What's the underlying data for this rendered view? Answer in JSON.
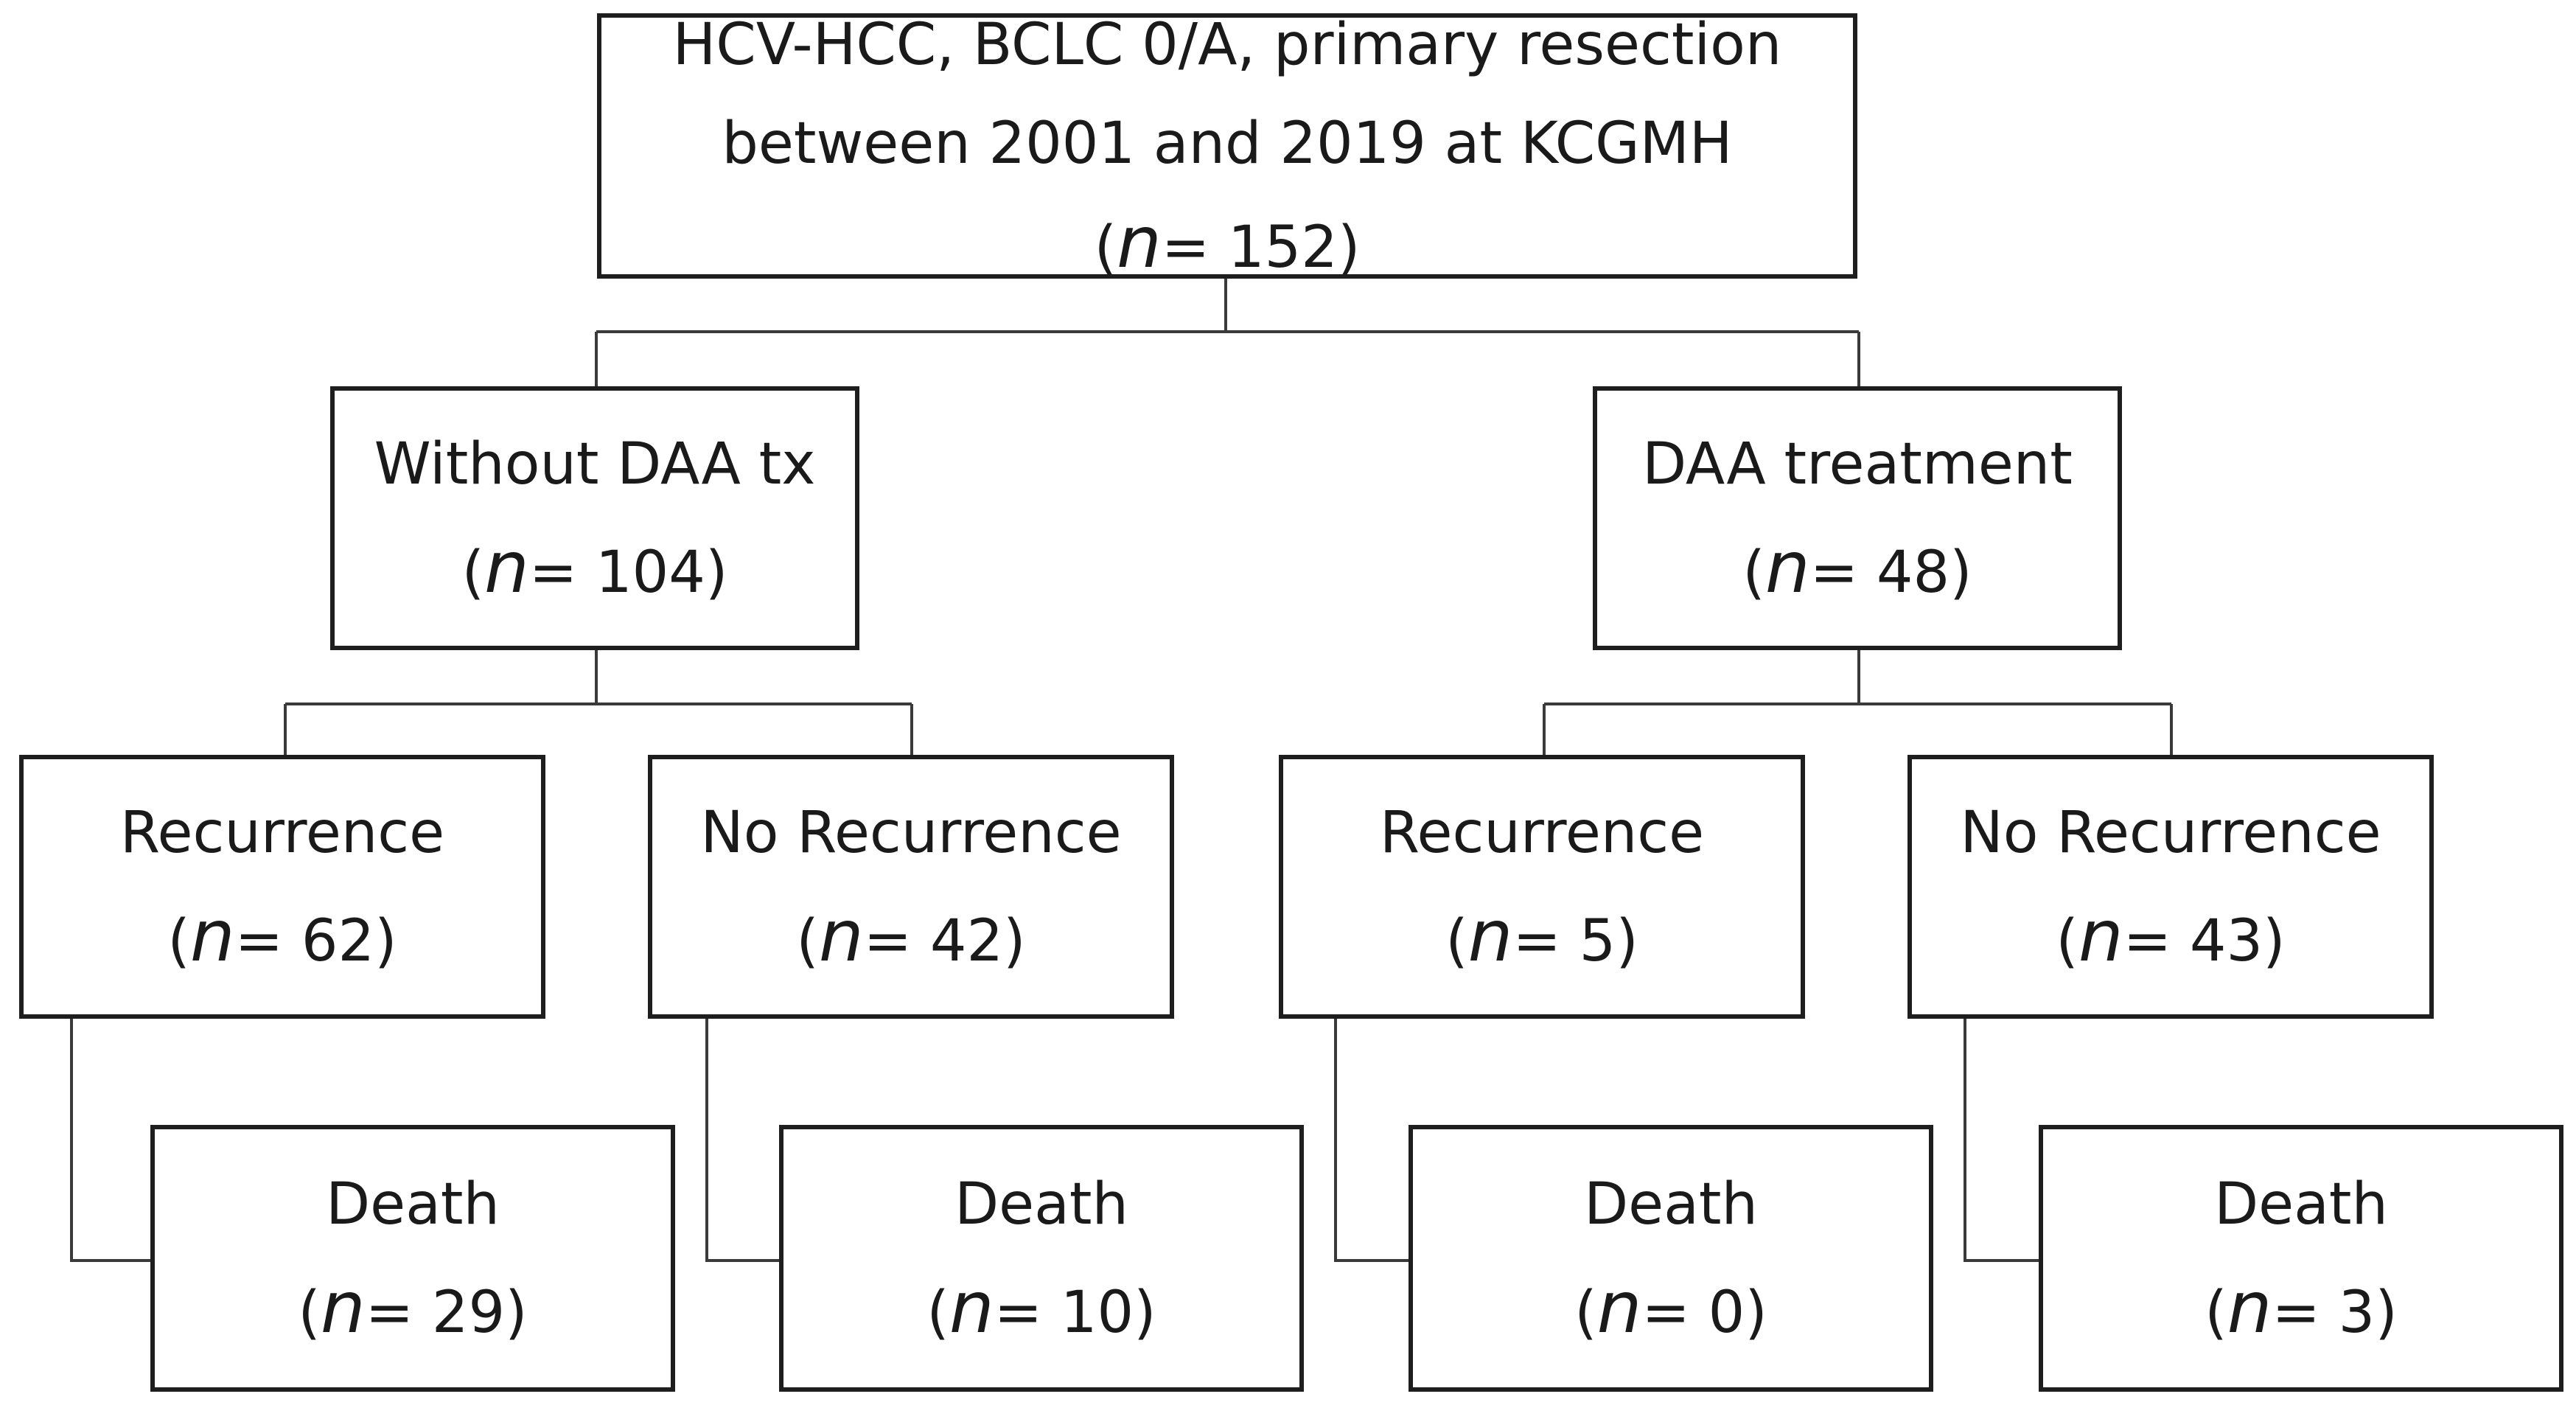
{
  "root": {
    "lines": [
      "HCV-HCC, BCLC 0/A, primary resection",
      "between 2001 and 2019 at KCGMH"
    ],
    "n": "152"
  },
  "level1": [
    {
      "title": "Without DAA tx",
      "n": "104"
    },
    {
      "title": "DAA treatment",
      "n": "48"
    }
  ],
  "level2": [
    {
      "title": "Recurrence",
      "n": "62"
    },
    {
      "title": "No Recurrence",
      "n": "42"
    },
    {
      "title": "Recurrence",
      "n": "5"
    },
    {
      "title": "No Recurrence",
      "n": "43"
    }
  ],
  "level3": [
    {
      "title": "Death",
      "n": "29"
    },
    {
      "title": "Death",
      "n": "10"
    },
    {
      "title": "Death",
      "n": "0"
    },
    {
      "title": "Death",
      "n": "3"
    }
  ],
  "count_symbol": "n",
  "count_prefix": "(",
  "count_mid": "= ",
  "count_suffix": ")"
}
